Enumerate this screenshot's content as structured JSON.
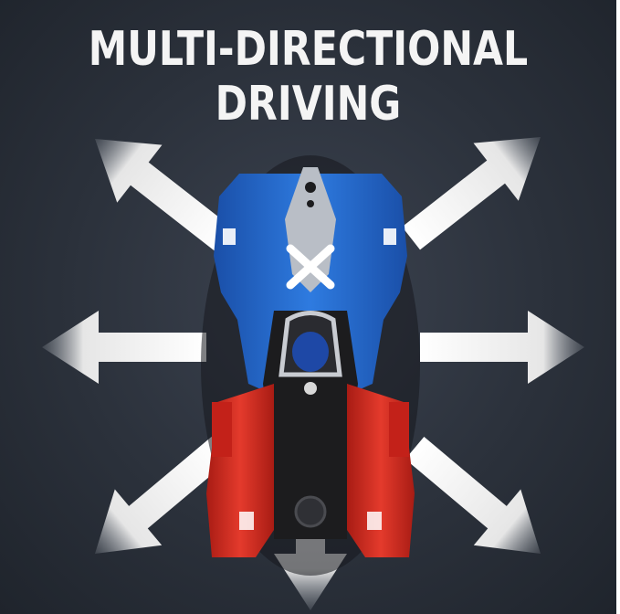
{
  "headline": {
    "line1": "MULTI-DIRECTIONAL",
    "line2": "DRIVING"
  },
  "colors": {
    "background": "#2b313b",
    "arrow": "#f2f2f2",
    "car_blue": "#1f63c9",
    "car_red": "#d62a20",
    "car_black": "#1c1c1e",
    "accent_purple": "#8a4fd6"
  },
  "arrow_directions": [
    "up-left",
    "up-right",
    "left",
    "right",
    "down-left",
    "down-right",
    "down"
  ],
  "icons": {
    "arrow": "arrow-icon",
    "car": "race-car-icon"
  }
}
